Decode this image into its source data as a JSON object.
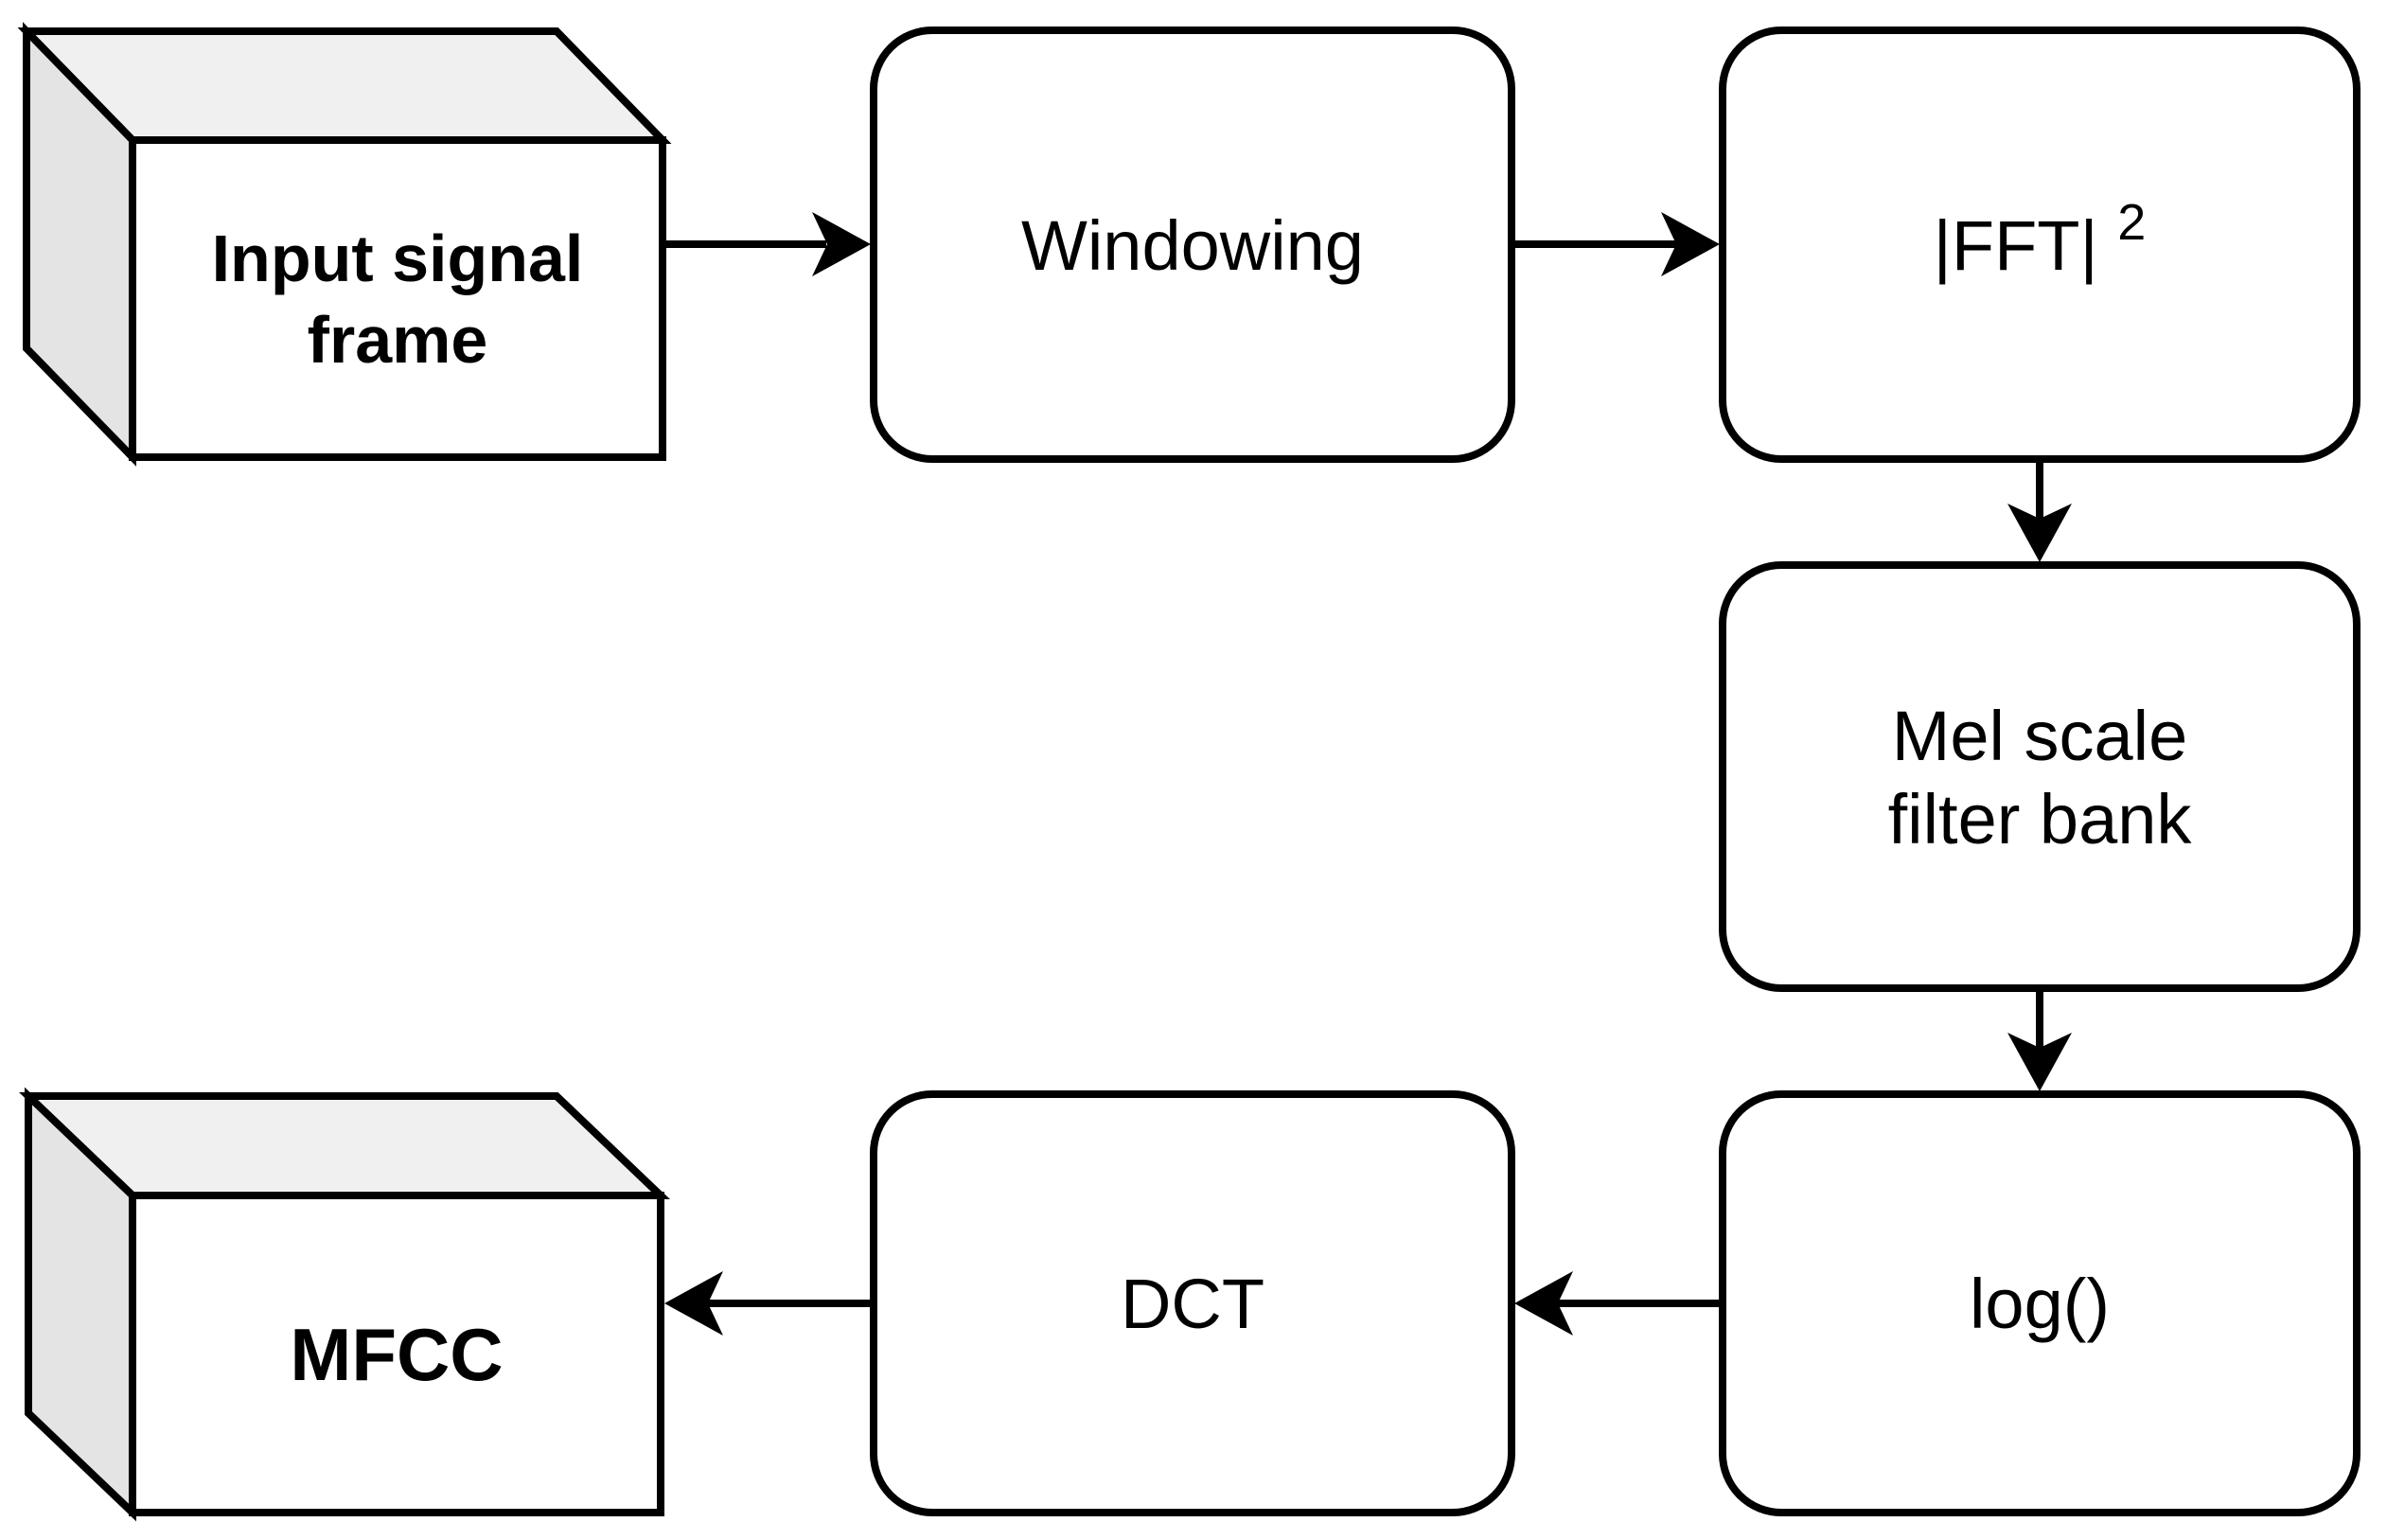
{
  "diagram": {
    "description": "MFCC feature extraction block diagram",
    "colors": {
      "background": "#ffffff",
      "stroke": "#000000",
      "node_fill": "#ffffff",
      "cube_top": "#f0f0f0",
      "cube_side": "#e4e4e4"
    },
    "nodes": {
      "input": {
        "shape": "cube",
        "line1": "Input signal",
        "line2": "frame"
      },
      "windowing": {
        "shape": "rounded-box",
        "label": "Windowing"
      },
      "fft": {
        "shape": "rounded-box",
        "label_base": "|FFT|",
        "label_sup": "2"
      },
      "mel": {
        "shape": "rounded-box",
        "line1": "Mel scale",
        "line2": "filter bank"
      },
      "log": {
        "shape": "rounded-box",
        "label": "log()"
      },
      "dct": {
        "shape": "rounded-box",
        "label": "DCT"
      },
      "mfcc": {
        "shape": "cube",
        "label": "MFCC"
      }
    },
    "edges": [
      {
        "from": "input",
        "to": "windowing"
      },
      {
        "from": "windowing",
        "to": "fft"
      },
      {
        "from": "fft",
        "to": "mel"
      },
      {
        "from": "mel",
        "to": "log"
      },
      {
        "from": "log",
        "to": "dct"
      },
      {
        "from": "dct",
        "to": "mfcc"
      }
    ]
  }
}
